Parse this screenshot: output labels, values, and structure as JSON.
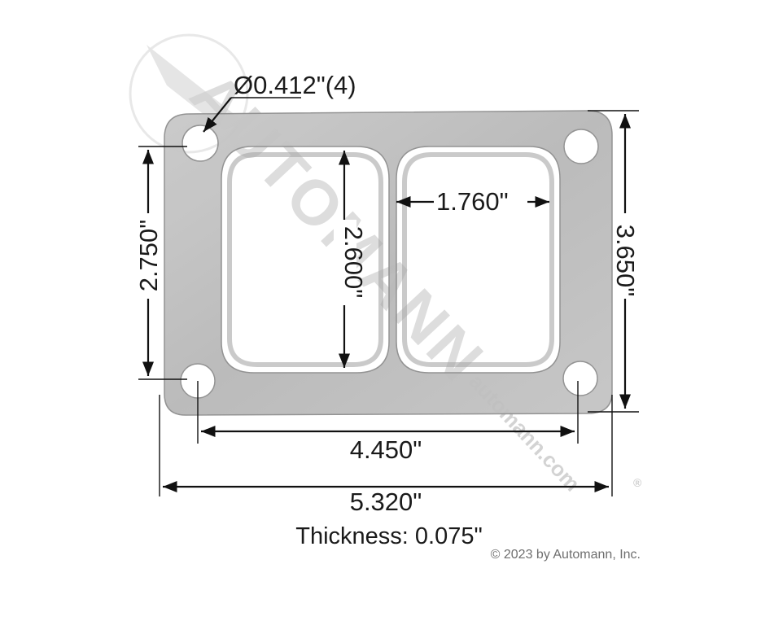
{
  "watermark": {
    "brand": "AUTOMANN",
    "url": "automann.com",
    "mark": "®"
  },
  "dimensions": {
    "hole_diameter": "Ø0.412\"(4)",
    "port_width": "1.760\"",
    "port_height": "2.600\"",
    "hole_vertical_spacing": "2.750\"",
    "overall_height": "3.650\"",
    "hole_horizontal_spacing": "4.450\"",
    "overall_width": "5.320\""
  },
  "caption": {
    "thickness": "Thickness: 0.075\""
  },
  "copyright": "© 2023 by Automann, Inc.",
  "colors": {
    "gasket_fill": "#bdbdbd",
    "gasket_stroke": "#8f8f8f",
    "dimension_line": "#111111",
    "watermark": "#d2d2d2"
  }
}
